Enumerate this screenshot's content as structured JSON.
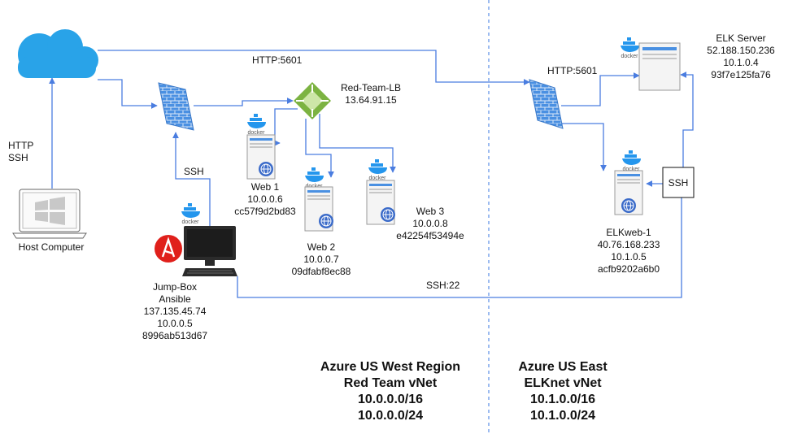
{
  "colors": {
    "connector": "#4a7de0",
    "divider": "#5b8ee6",
    "cloud": "#29a3e8",
    "firewall": "#4a90e2",
    "lb": "#7cb342",
    "docker": "#2496ed",
    "ansible": "#e0201b"
  },
  "host": {
    "name": "Host Computer",
    "icon": "laptop-windows-icon"
  },
  "cloud_link": {
    "lines": [
      "HTTP",
      "SSH"
    ]
  },
  "cloud": {
    "icon": "cloud-icon"
  },
  "http_top": "HTTP:5601",
  "http_right": "HTTP:5601",
  "ssh_jump": "SSH",
  "ssh22": "SSH:22",
  "ssh_box": "SSH",
  "lb": {
    "lines": [
      "Red-Team-LB",
      "13.64.91.15"
    ],
    "icon": "load-balancer-icon"
  },
  "web1": {
    "lines": [
      "Web 1",
      "10.0.0.6",
      "cc57f9d2bd83"
    ],
    "icon": "web-server-icon"
  },
  "web2": {
    "lines": [
      "Web 2",
      "10.0.0.7",
      "09dfabf8ec88"
    ],
    "icon": "web-server-icon"
  },
  "web3": {
    "lines": [
      "Web 3",
      "10.0.0.8",
      "e42254f53494e"
    ],
    "icon": "web-server-icon"
  },
  "jumpbox": {
    "lines": [
      "Jump-Box",
      "Ansible",
      "137.135.45.74",
      "10.0.0.5",
      "8996ab513d67"
    ],
    "icon": "desktop-icon"
  },
  "elk_server": {
    "lines": [
      "ELK Server",
      "52.188.150.236",
      "10.1.0.4",
      "93f7e125fa76"
    ],
    "icon": "server-icon"
  },
  "elkweb": {
    "lines": [
      "ELKweb-1",
      "40.76.168.233",
      "10.1.0.5",
      "acfb9202a6b0"
    ],
    "icon": "web-server-icon"
  },
  "docker_label": "docker",
  "west_region": {
    "lines": [
      "Azure US West Region",
      "Red Team vNet",
      "10.0.0.0/16",
      "10.0.0.0/24"
    ]
  },
  "east_region": {
    "lines": [
      "Azure US East",
      "ELKnet vNet",
      "10.1.0.0/16",
      "10.1.0.0/24"
    ]
  }
}
